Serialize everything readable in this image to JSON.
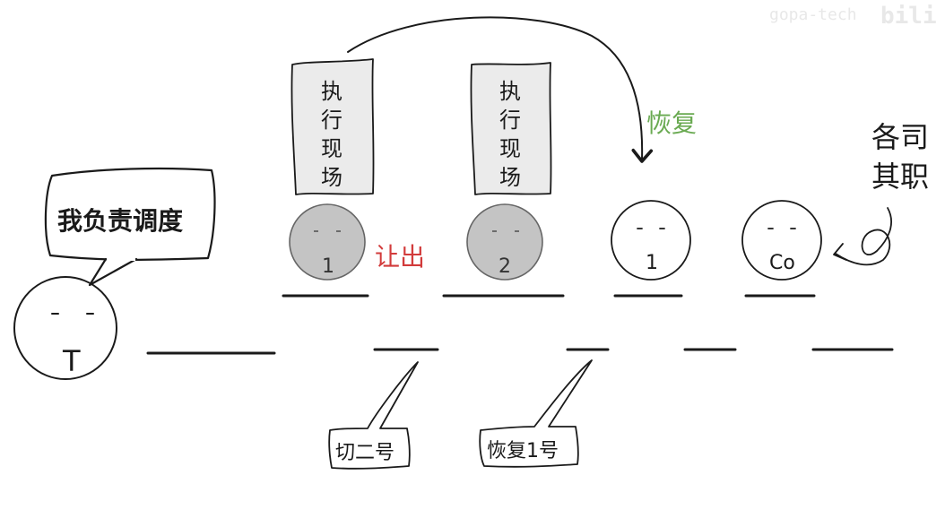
{
  "watermark": {
    "text": "gopa-tech",
    "logo": "bili"
  },
  "scheduler": {
    "bubble_text": "我负责调度",
    "face_label": "T"
  },
  "cards": [
    {
      "chars": [
        "执",
        "行",
        "现",
        "场"
      ]
    },
    {
      "chars": [
        "执",
        "行",
        "现",
        "场"
      ]
    }
  ],
  "coroutines": [
    {
      "label": "1",
      "state": "yielded"
    },
    {
      "label": "2",
      "state": "paused"
    },
    {
      "label": "1",
      "state": "active"
    },
    {
      "label": "Co",
      "state": "active"
    }
  ],
  "annotations": {
    "yield": "让出",
    "resume": "恢复",
    "duty": [
      "各司",
      "其职"
    ]
  },
  "callouts": {
    "switch": "切二号",
    "restore": "恢复1号"
  },
  "colors": {
    "yield": "#d23b3b",
    "resume": "#6aaa52",
    "paused_fill": "#c4c4c4"
  }
}
